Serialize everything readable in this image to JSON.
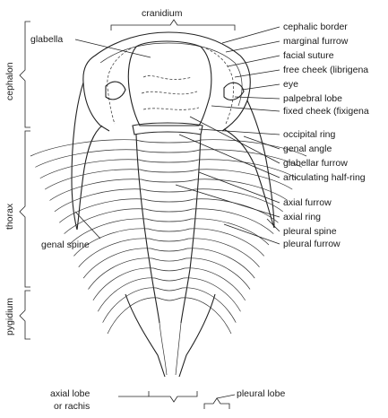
{
  "labels": {
    "cranidium": "cranidium",
    "glabella": "glabella",
    "cephalic_border": "cephalic border",
    "marginal_furrow": "marginal furrow",
    "facial_suture": "facial suture",
    "free_cheek": "free cheek (librigena",
    "eye": "eye",
    "palpebral_lobe": "palpebral lobe",
    "fixed_cheek": "fixed cheek (fixigena",
    "occipital_ring": "occipital ring",
    "genal_angle": "genal angle",
    "glabellar_furrow": "glabellar furrow",
    "articulating_half_ring": "articulating half-ring",
    "axial_furrow": "axial furrow",
    "axial_ring": "axial ring",
    "pleural_spine": "pleural spine",
    "pleural_furrow": "pleural furrow",
    "genal_spine": "genal spine",
    "cephalon": "cephalon",
    "thorax": "thorax",
    "pygidium": "pygidium",
    "axial_lobe_line1": "axial lobe",
    "axial_lobe_line2": "or rachis",
    "pleural_lobe": "pleural lobe"
  }
}
